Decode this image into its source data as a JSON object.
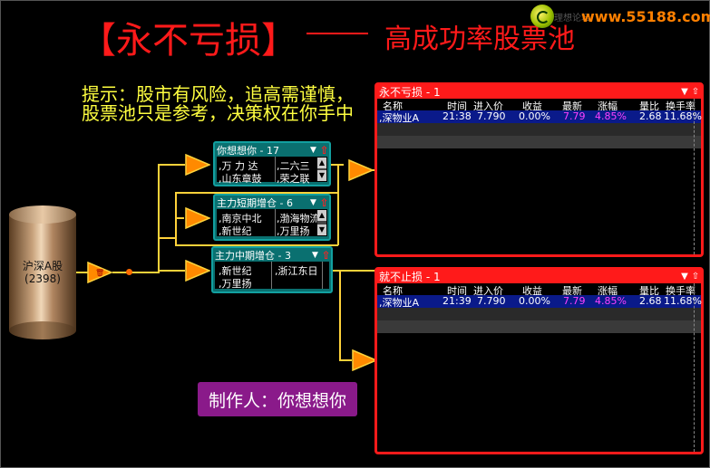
{
  "header": {
    "title": "【永不亏损】",
    "subtitle": "高成功率股票池",
    "logo_text": "www.55188.com",
    "logo_cn": "理想论坛"
  },
  "tip": {
    "line1": "提示：股市有风险，追高需谨慎，",
    "line2": "股票池只是参考，决策权在你手中"
  },
  "source": {
    "name": "沪深A股",
    "count": "(2398)"
  },
  "mini_panels": [
    {
      "title": "你想想你 - 17",
      "items": [
        ",万 力 达",
        ",二六三",
        ",山东章鼓",
        ",荣之联"
      ]
    },
    {
      "title": "主力短期增仓 - 6",
      "items": [
        ",南京中北",
        ",渤海物流",
        ",新世纪",
        ",万里扬"
      ]
    },
    {
      "title": "主力中期增仓 - 3",
      "items": [
        ",新世纪",
        ",浙江东日",
        ",万里扬",
        ""
      ]
    }
  ],
  "pools": [
    {
      "title": "永不亏损 - 1",
      "columns": [
        "名称",
        "时间",
        "进入价",
        "收益",
        "最新",
        "涨幅",
        "量比",
        "换手率"
      ],
      "rows": [
        {
          "name": ",深物业A",
          "time": "21:38",
          "entry": "7.790",
          "gain": "0.00%",
          "latest": "7.79",
          "change": "4.85%",
          "vol_ratio": "2.68",
          "turnover": "11.68%"
        }
      ]
    },
    {
      "title": "就不止损 - 1",
      "columns": [
        "名称",
        "时间",
        "进入价",
        "收益",
        "最新",
        "涨幅",
        "量比",
        "换手率"
      ],
      "rows": [
        {
          "name": ",深物业A",
          "time": "21:39",
          "entry": "7.790",
          "gain": "0.00%",
          "latest": "7.79",
          "change": "4.85%",
          "vol_ratio": "2.68",
          "turnover": "11.68%"
        }
      ]
    }
  ],
  "maker": "制作人：你想想你",
  "node_icon": "filter-triangle-icon",
  "colors": {
    "title_red": "#ff1a1a",
    "tip_yellow": "#ffff40",
    "panel_teal": "#0a7070",
    "row_blue": "#0a1a8a",
    "latest_magenta": "#ff40ff",
    "maker_purple": "#8a1a8a"
  }
}
